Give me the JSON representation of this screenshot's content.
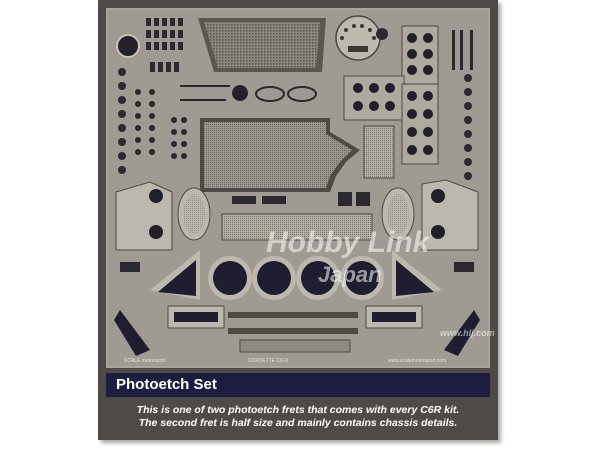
{
  "fret": {
    "label_left": "SCALE motorsport",
    "label_center": "CORVETTE C6-R",
    "label_right": "www.scalemotorsport.com"
  },
  "watermark": {
    "main": "Hobby Link",
    "sub": "Japan",
    "url": "www.hlj.com"
  },
  "title": "Photoetch Set",
  "description": {
    "line1": "This is one of two photoetch frets that comes with every C6R kit.",
    "line2": "The second fret is half size and mainly contains chassis details."
  },
  "colors": {
    "frame": "#4e4b46",
    "metal": "#a9a59c",
    "title_bar": "#1c1d3f"
  }
}
